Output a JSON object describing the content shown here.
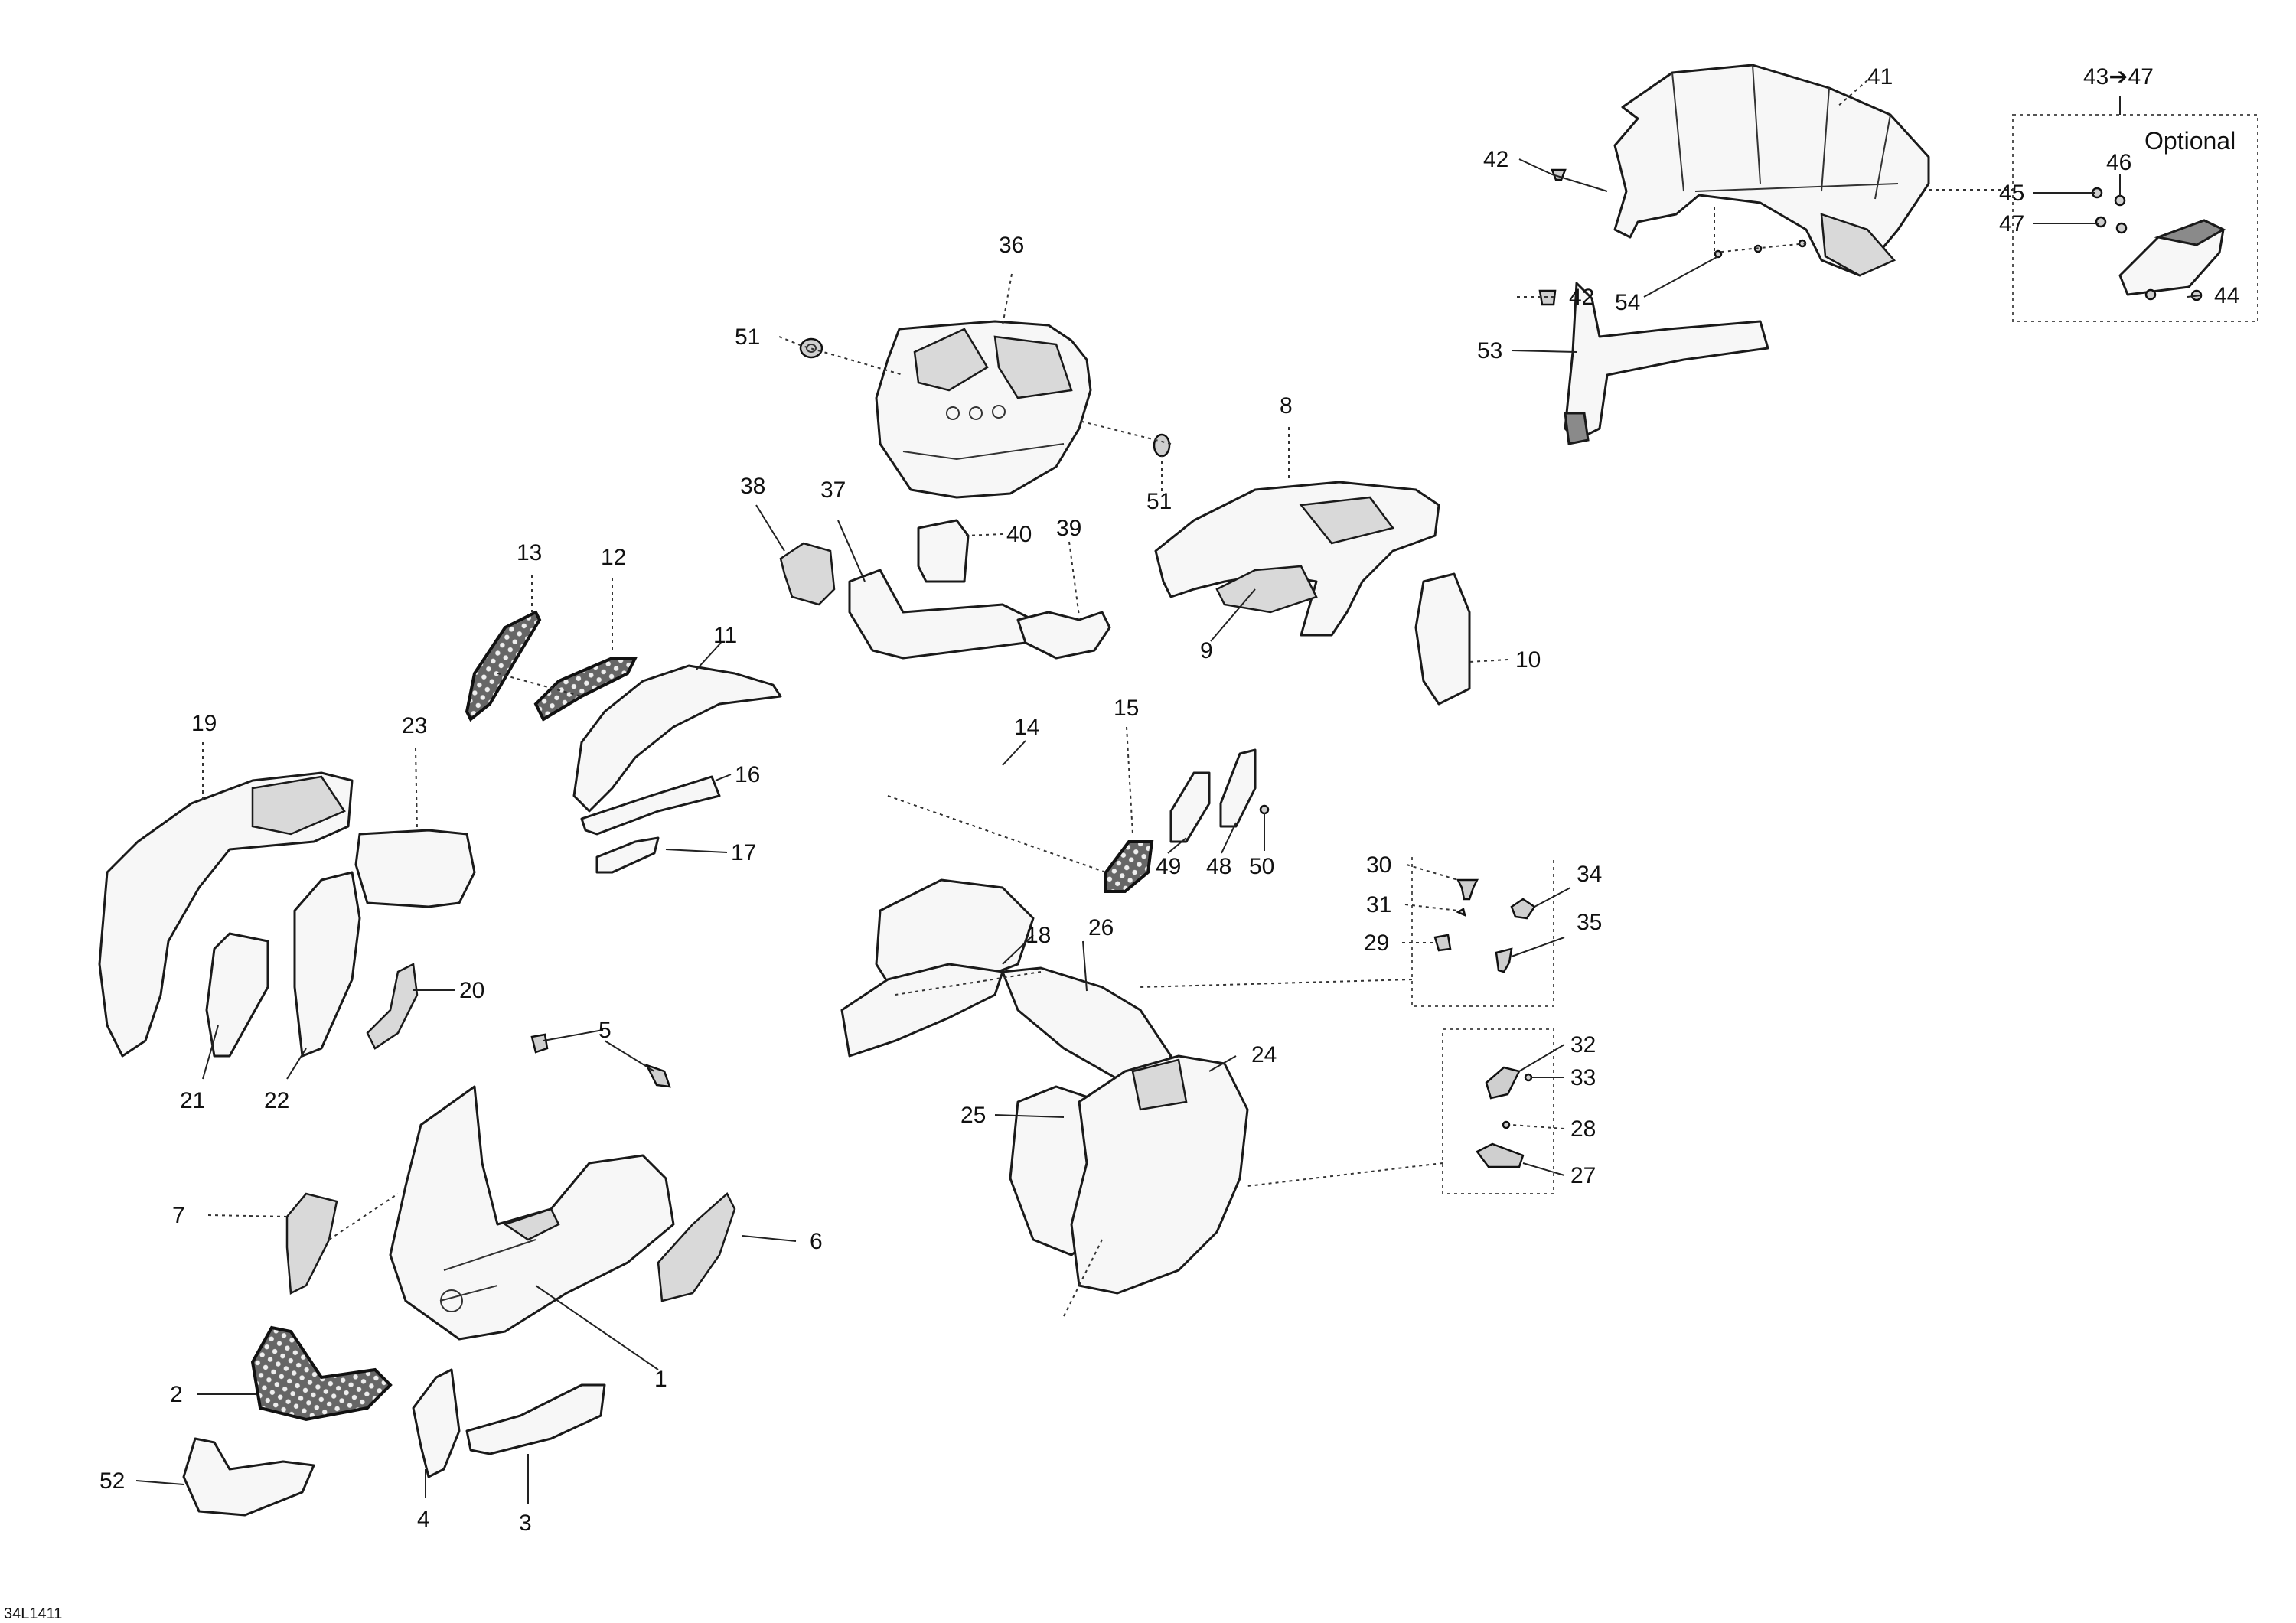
{
  "diagram": {
    "drawing_code": "34L1411",
    "optional_label": "Optional",
    "optional_range": "43➔47",
    "callouts": {
      "c1": "1",
      "c2": "2",
      "c3": "3",
      "c4": "4",
      "c5": "5",
      "c6": "6",
      "c7": "7",
      "c8": "8",
      "c9": "9",
      "c10": "10",
      "c11": "11",
      "c12": "12",
      "c13": "13",
      "c14": "14",
      "c15": "15",
      "c16": "16",
      "c17": "17",
      "c18": "18",
      "c19": "19",
      "c20": "20",
      "c21": "21",
      "c22": "22",
      "c23": "23",
      "c24": "24",
      "c25": "25",
      "c26": "26",
      "c27": "27",
      "c28": "28",
      "c29": "29",
      "c30": "30",
      "c31": "31",
      "c32": "32",
      "c33": "33",
      "c34": "34",
      "c35": "35",
      "c36": "36",
      "c37": "37",
      "c38": "38",
      "c39": "39",
      "c40": "40",
      "c41": "41",
      "c42a": "42",
      "c42b": "42",
      "c44": "44",
      "c45": "45",
      "c46": "46",
      "c47": "47",
      "c48": "48",
      "c49": "49",
      "c50": "50",
      "c51a": "51",
      "c51b": "51",
      "c52": "52",
      "c53": "53",
      "c54": "54"
    }
  }
}
